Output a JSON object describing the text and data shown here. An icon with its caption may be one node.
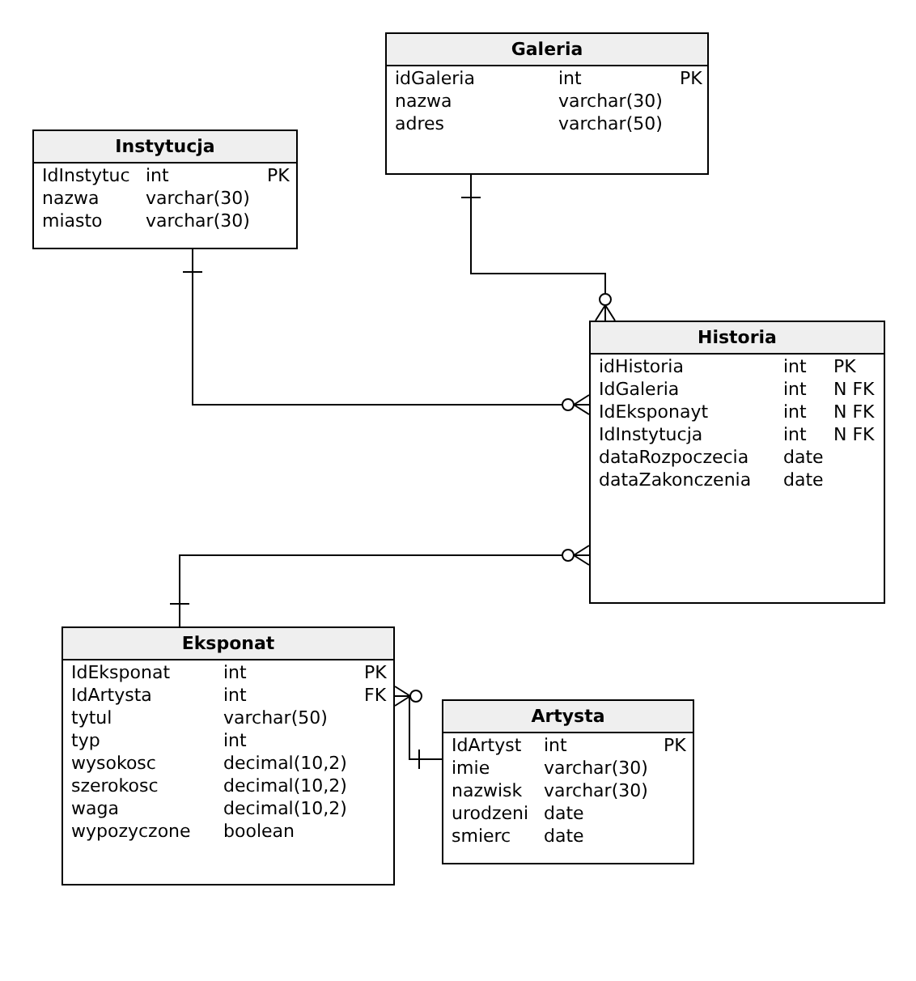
{
  "diagram": {
    "nodes": [
      {
        "text": [
          "Galeria",
          "idGaleria",
          "int",
          "PK",
          "nazwa",
          "varchar(30)",
          "adres",
          "varchar(50)"
        ]
      },
      {
        "text": [
          "Instytucja",
          "IdInstytuc",
          "int",
          "PK",
          "nazwa",
          "varchar(30)",
          "miasto",
          "varchar(30)"
        ]
      },
      {
        "text": [
          "Historia",
          "idHistoria",
          "int",
          "PK",
          "IdGaleria",
          "int",
          "N FK",
          "IdEksponayt",
          "int",
          "N FK",
          "IdInstytucja",
          "int",
          "N FK",
          "dataRozpoczecia",
          "date",
          "dataZakonczenia",
          "date"
        ]
      },
      {
        "text": [
          "Eksponat",
          "IdEksponat",
          "int",
          "PK",
          "IdArtysta",
          "int",
          "FK",
          "tytul",
          "varchar(50)",
          "typ",
          "int",
          "wysokosc",
          "decimal(10,2)",
          "szerokosc",
          "decimal(10,2)",
          "waga",
          "decimal(10,2)",
          "wypozyczone",
          "boolean"
        ]
      },
      {
        "text": [
          "Artysta",
          "IdArtyst",
          "int",
          "PK",
          "imie",
          "varchar(30)",
          "nazwisk",
          "varchar(30)",
          "urodzeni",
          "date",
          "smierc",
          "date"
        ]
      }
    ],
    "edges": [
      {
        "from": 0,
        "to": 2,
        "arrow": "other"
      },
      {
        "from": 1,
        "to": 2,
        "arrow": "other"
      },
      {
        "from": 3,
        "to": 2,
        "arrow": "other"
      },
      {
        "from": 4,
        "to": 3,
        "arrow": "other"
      }
    ]
  }
}
